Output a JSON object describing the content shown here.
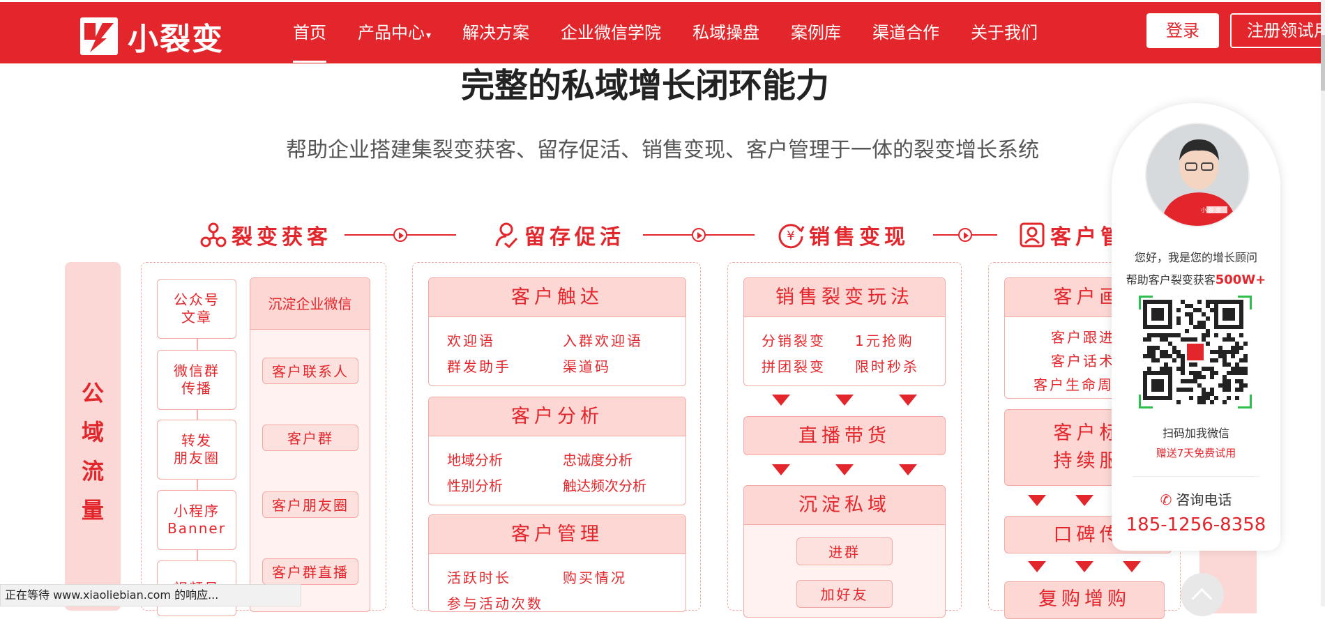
{
  "brand": {
    "name": "小裂变"
  },
  "nav": {
    "items": [
      "首页",
      "产品中心",
      "解决方案",
      "企业微信学院",
      "私域操盘",
      "案例库",
      "渠道合作",
      "关于我们"
    ],
    "login": "登录",
    "register": "注册领试用"
  },
  "section": {
    "title": "完整的私域增长闭环能力",
    "subtitle": "帮助企业搭建集裂变获客、留存促活、销售变现、客户管理于一体的裂变增长系统"
  },
  "stages": [
    "裂变获客",
    "留存促活",
    "销售变现",
    "客户管"
  ],
  "acquisition": {
    "public_label": "公域流量",
    "channels": [
      "公众号文章",
      "微信群传播",
      "转发朋友圈",
      "小程序Banner",
      "视频号"
    ],
    "deposit_head": "沉淀企业微信",
    "deposit_items": [
      "客户联系人",
      "客户群",
      "客户朋友圈",
      "客户群直播"
    ]
  },
  "retention": {
    "cards": [
      {
        "title": "客户触达",
        "items": [
          "欢迎语",
          "入群欢迎语",
          "群发助手",
          "渠道码"
        ]
      },
      {
        "title": "客户分析",
        "items": [
          "地域分析",
          "忠诚度分析",
          "性别分析",
          "触达频次分析"
        ]
      },
      {
        "title": "客户管理",
        "items": [
          "活跃时长",
          "购买情况",
          "参与活动次数"
        ]
      }
    ]
  },
  "monetization": {
    "card_title": "销售裂变玩法",
    "card_items": [
      "分销裂变",
      "1元抢购",
      "拼团裂变",
      "限时秒杀"
    ],
    "live": "直播带货",
    "private": "沉淀私域",
    "private_items": [
      "进群",
      "加好友"
    ]
  },
  "management": {
    "card_title": "客户画",
    "card_items": [
      "客户跟进",
      "客户话术",
      "客户生命周"
    ],
    "tags": [
      "客户标",
      "持续服"
    ],
    "word_of_mouth": "口碑传",
    "repurchase": "复购增购"
  },
  "float_panel": {
    "greeting": "您好，我是您的增长顾问",
    "help_prefix": "帮助客户裂变获客",
    "help_count": "500W+",
    "scan": "扫码加我微信",
    "gift": "赠送7天免费试用",
    "phone_label": "咨询电话",
    "phone": "185-1256-8358",
    "avatar_badge": "小 裂 变"
  },
  "status": {
    "text": "正在等待 www.xiaoliebian.com 的响应..."
  },
  "colors": {
    "brand_red": "#e3262b",
    "light_pink": "#fdd7d4",
    "qr_green": "#2bbf4e"
  }
}
